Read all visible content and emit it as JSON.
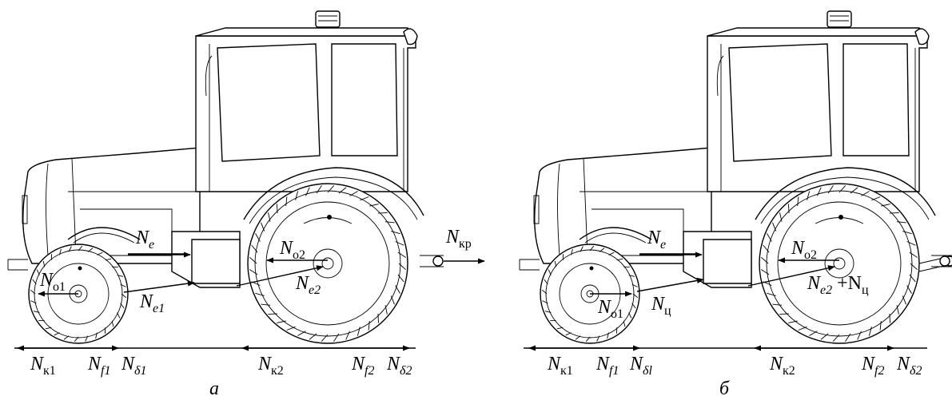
{
  "panels": [
    {
      "caption": "а",
      "labels": {
        "Ne": {
          "base": "N",
          "sub": "e"
        },
        "No1": {
          "base": "N",
          "sub": "о1"
        },
        "Ne1": {
          "base": "N",
          "sub": "e1"
        },
        "No2": {
          "base": "N",
          "sub": "о2"
        },
        "Ne2": {
          "base": "N",
          "sub": "e2"
        },
        "Nkp": {
          "base": "N",
          "sub": "кр"
        },
        "Nk1": {
          "base": "N",
          "sub": "к1"
        },
        "Nf1": {
          "base": "N",
          "sub": "f1"
        },
        "Nd1": {
          "base": "N",
          "sub": "δ1"
        },
        "Nk2": {
          "base": "N",
          "sub": "к2"
        },
        "Nf2": {
          "base": "N",
          "sub": "f2"
        },
        "Nd2": {
          "base": "N",
          "sub": "δ2"
        }
      }
    },
    {
      "caption": "б",
      "labels": {
        "Ne": {
          "base": "N",
          "sub": "e"
        },
        "No2": {
          "base": "N",
          "sub": "о2"
        },
        "Ne2": {
          "base": "N",
          "sub": "e2",
          "tail": " +N",
          "tailsub": "ц"
        },
        "No1": {
          "base": "N",
          "sub": "о1"
        },
        "Nc": {
          "base": "N",
          "sub": "ц"
        },
        "Nk1": {
          "base": "N",
          "sub": "к1"
        },
        "Nf1": {
          "base": "N",
          "sub": "f1"
        },
        "Nd1": {
          "base": "N",
          "sub": "δl"
        },
        "Nk2": {
          "base": "N",
          "sub": "к2"
        },
        "Nf2": {
          "base": "N",
          "sub": "f2"
        },
        "Nd2": {
          "base": "N",
          "sub": "δ2"
        }
      }
    }
  ]
}
